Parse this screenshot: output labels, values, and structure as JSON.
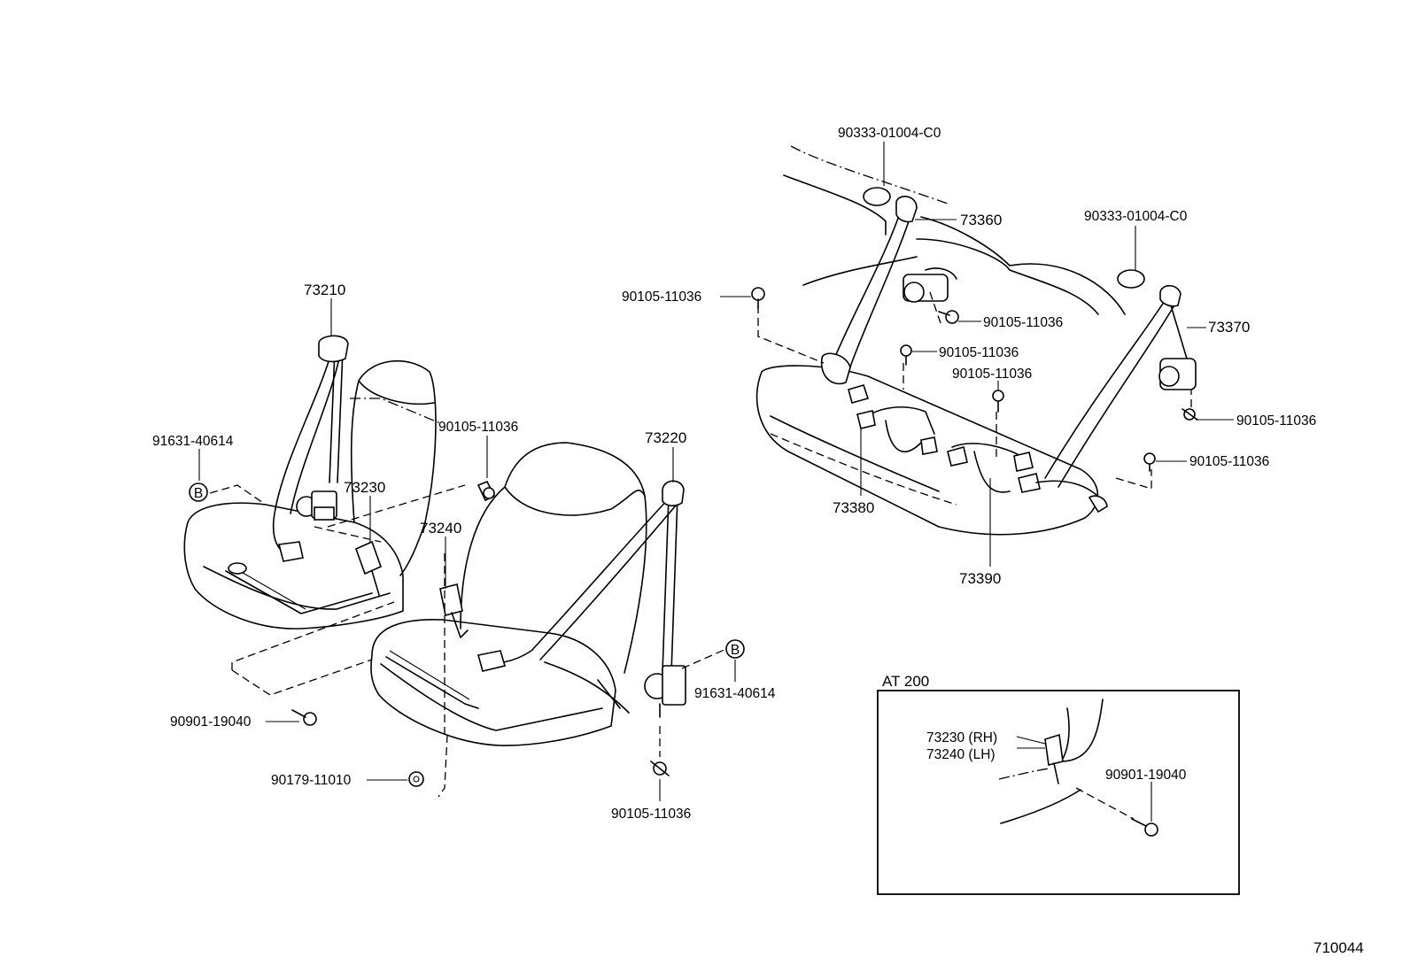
{
  "labels": {
    "p73210": "73210",
    "p91631_left": "91631-40614",
    "p90105_front": "90105-11036",
    "p73230": "73230",
    "p73240": "73240",
    "p73220": "73220",
    "p91631_right": "91631-40614",
    "p90901": "90901-19040",
    "p90179": "90179-11010",
    "p90105_bottom": "90105-11036",
    "p90333_left": "90333-01004-C0",
    "p90333_right": "90333-01004-C0",
    "p73360": "73360",
    "p90105_rear_left": "90105-11036",
    "p90105_rear_mid": "90105-11036",
    "p90105_rear_center": "90105-11036",
    "p90105_rear_top": "90105-11036",
    "p73370": "73370",
    "p90105_rear_right": "90105-11036",
    "p90105_rear_right2": "90105-11036",
    "p73380": "73380",
    "p73390": "73390",
    "marker_b1": "B",
    "marker_b2": "B"
  },
  "inset": {
    "title": "AT 200",
    "line1": "73230 (RH)",
    "line2": "73240 (LH)",
    "bolt": "90901-19040"
  },
  "footer_code": "710044"
}
